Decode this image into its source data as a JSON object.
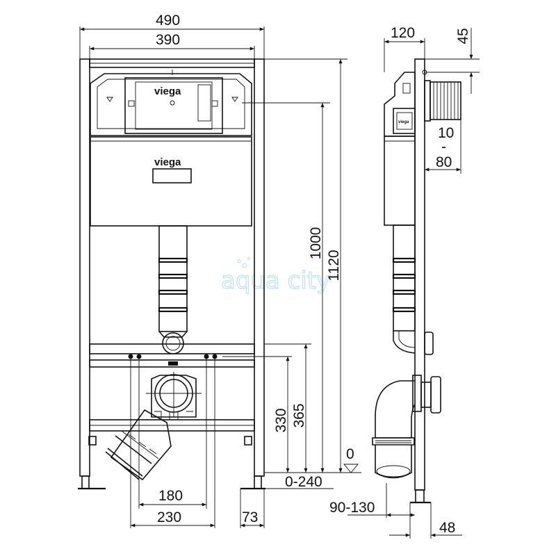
{
  "brand": {
    "front_top_label": "viega",
    "front_tank_label": "viega",
    "side_label": "viega"
  },
  "watermark": {
    "text": "aqua city"
  },
  "dimensions": {
    "overall_width": "490",
    "frame_width": "390",
    "depth_top": "120",
    "top_offset": "45",
    "height_1120": "1120",
    "height_1000": "1000",
    "offset_range": "10\n-\n80",
    "offset_10": "10",
    "offset_dash": "-",
    "offset_80": "80",
    "height_365": "365",
    "height_330": "330",
    "zero_level": "0",
    "adjust_range": "0-240",
    "spacing_180": "180",
    "spacing_230": "230",
    "foot_73": "73",
    "depth_range": "90-130",
    "foot_48": "48"
  }
}
